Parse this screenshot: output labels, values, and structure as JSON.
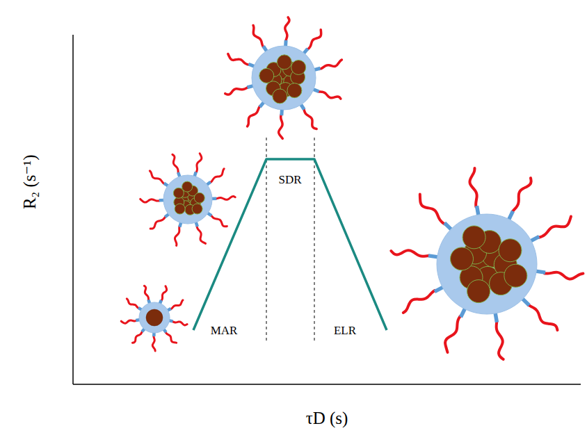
{
  "diagram": {
    "labels": [
      "R₂ (s⁻¹)",
      "τD (s)",
      "MAR",
      "SDR",
      "ELR"
    ]
  }
}
